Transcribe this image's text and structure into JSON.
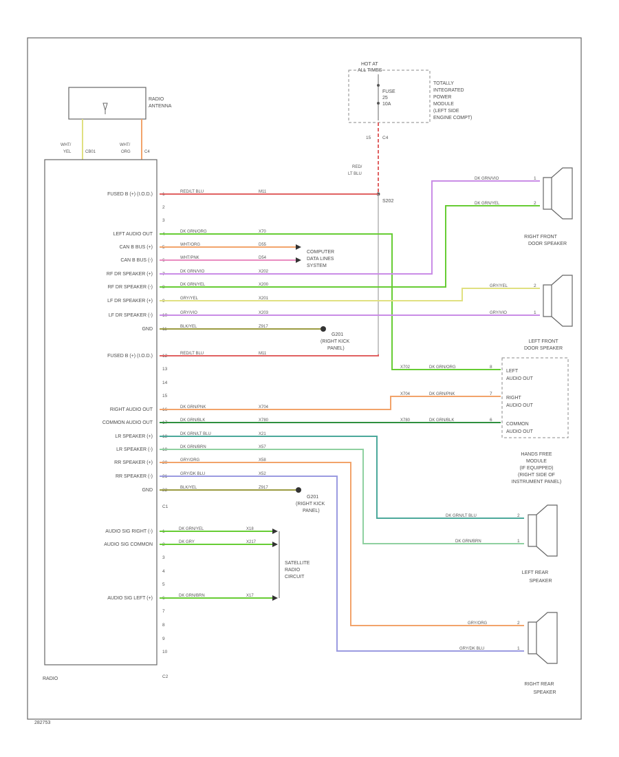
{
  "colors": {
    "red": "#e06060",
    "green": "#66cc33",
    "light_green": "#b5dc4a",
    "orange": "#f2a36a",
    "pink": "#e98bc0",
    "violet": "#c98ce6",
    "purple_green": "#8ed0a0",
    "olive": "#9a9a40",
    "teal": "#4aa89a",
    "blue": "#9a9ae0",
    "yellow": "#e0e080",
    "gray": "#a0a0a0",
    "dark_green": "#2e8f3e"
  },
  "labels": {
    "hot_at": "HOT AT",
    "all_times": "ALL TIMES",
    "fuse": "FUSE",
    "fuse_num": "25",
    "fuse_amp": "10A",
    "tipm": [
      "TOTALLY",
      "INTEGRATED",
      "POWER",
      "MODULE",
      "(LEFT SIDE",
      "ENGINE COMPT)"
    ],
    "tipm_pins": [
      "15",
      "C4"
    ],
    "radio_antenna": [
      "RADIO",
      "ANTENNA"
    ],
    "antenna_wires": [
      "WHT/",
      "YEL",
      "CB01",
      "WHT/",
      "ORG",
      "C4"
    ],
    "splice": "S202",
    "red_lt_blu": [
      "RED/",
      "LT BLU"
    ],
    "computer_data": [
      "COMPUTER",
      "DATA LINES",
      "SYSTEM"
    ],
    "ground1": [
      "G201",
      "(RIGHT KICK",
      "PANEL)"
    ],
    "ground2": [
      "G201",
      "(RIGHT KICK",
      "PANEL)"
    ],
    "radio": "RADIO",
    "satellite": [
      "SATELLITE",
      "RADIO",
      "CIRCUIT"
    ],
    "rf_speaker": [
      "RIGHT FRONT",
      "DOOR SPEAKER"
    ],
    "lf_speaker": [
      "LEFT FRONT",
      "DOOR SPEAKER"
    ],
    "hands_free": [
      "HANDS FREE",
      "MODULE",
      "(IF EQUIPPED)",
      "(RIGHT SIDE OF",
      "INSTRUMENT PANEL)"
    ],
    "lr_speaker": [
      "LEFT REAR",
      "SPEAKER"
    ],
    "rr_speaker": [
      "RIGHT REAR",
      "SPEAKER"
    ],
    "module_pins": [
      "LEFT",
      "AUDIO OUT",
      "RIGHT",
      "AUDIO OUT",
      "COMMON",
      "AUDIO OUT"
    ],
    "connector_c1": "C1",
    "connector_c2": "C2",
    "footer": "282753"
  },
  "radio_pins": [
    {
      "label": "FUSED B (+) (I.O.D.)",
      "pin": "1",
      "wire": "RED/LT BLU",
      "ckt": "M11"
    },
    {
      "label": "",
      "pin": "2",
      "wire": "",
      "ckt": ""
    },
    {
      "label": "",
      "pin": "3",
      "wire": "",
      "ckt": ""
    },
    {
      "label": "LEFT AUDIO OUT",
      "pin": "4",
      "wire": "DK GRN/ORG",
      "ckt": "X70"
    },
    {
      "label": "CAN B BUS (+)",
      "pin": "5",
      "wire": "WHT/ORG",
      "ckt": "D55"
    },
    {
      "label": "CAN B BUS (-)",
      "pin": "6",
      "wire": "WHT/PNK",
      "ckt": "D54"
    },
    {
      "label": "RF DR SPEAKER (+)",
      "pin": "7",
      "wire": "DK GRN/VIO",
      "ckt": "X202"
    },
    {
      "label": "RF DR SPEAKER (-)",
      "pin": "8",
      "wire": "DK GRN/YEL",
      "ckt": "X200"
    },
    {
      "label": "LF DR SPEAKER (+)",
      "pin": "9",
      "wire": "GRY/YEL",
      "ckt": "X201"
    },
    {
      "label": "LF DR SPEAKER (-)",
      "pin": "10",
      "wire": "GRY/VIO",
      "ckt": "X203"
    },
    {
      "label": "GND",
      "pin": "11",
      "wire": "BLK/YEL",
      "ckt": "Z917"
    },
    {
      "label": "FUSED B (+) (I.O.D.)",
      "pin": "12",
      "wire": "RED/LT BLU",
      "ckt": "M11"
    },
    {
      "label": "",
      "pin": "13",
      "wire": "",
      "ckt": ""
    },
    {
      "label": "",
      "pin": "14",
      "wire": "",
      "ckt": ""
    },
    {
      "label": "",
      "pin": "15",
      "wire": "",
      "ckt": ""
    },
    {
      "label": "RIGHT AUDIO OUT",
      "pin": "16",
      "wire": "DK GRN/PNK",
      "ckt": "X704"
    },
    {
      "label": "COMMON AUDIO OUT",
      "pin": "17",
      "wire": "DK GRN/BLK",
      "ckt": "X780"
    },
    {
      "label": "LR SPEAKER (+)",
      "pin": "18",
      "wire": "DK GRN/LT BLU",
      "ckt": "X21"
    },
    {
      "label": "LR SPEAKER (-)",
      "pin": "19",
      "wire": "DK GRN/BRN",
      "ckt": "X57"
    },
    {
      "label": "RR SPEAKER (+)",
      "pin": "20",
      "wire": "GRY/ORG",
      "ckt": "X58"
    },
    {
      "label": "RR SPEAKER (-)",
      "pin": "21",
      "wire": "GRY/DK BLU",
      "ckt": "X52"
    },
    {
      "label": "GND",
      "pin": "22",
      "wire": "BLK/YEL",
      "ckt": "Z917"
    }
  ],
  "sat_pins": [
    {
      "label": "AUDIO SIG RIGHT (-)",
      "pin": "1",
      "wire": "DK GRN/YEL",
      "ckt": "X18"
    },
    {
      "label": "AUDIO SIG COMMON",
      "pin": "2",
      "wire": "DK GRY",
      "ckt": "X217"
    },
    {
      "label": "",
      "pin": "3",
      "wire": "",
      "ckt": ""
    },
    {
      "label": "",
      "pin": "4",
      "wire": "",
      "ckt": ""
    },
    {
      "label": "",
      "pin": "5",
      "wire": "",
      "ckt": ""
    },
    {
      "label": "AUDIO SIG LEFT (+)",
      "pin": "6",
      "wire": "DK GRN/BRN",
      "ckt": "X17"
    },
    {
      "label": "",
      "pin": "7",
      "wire": "",
      "ckt": ""
    },
    {
      "label": "",
      "pin": "8",
      "wire": "",
      "ckt": ""
    },
    {
      "label": "",
      "pin": "9",
      "wire": "",
      "ckt": ""
    },
    {
      "label": "",
      "pin": "10",
      "wire": "",
      "ckt": ""
    }
  ],
  "speaker_wires": {
    "rf": [
      {
        "wire": "DK GRN/VIO",
        "pin": "1"
      },
      {
        "wire": "DK GRN/YEL",
        "pin": "2"
      }
    ],
    "lf": [
      {
        "wire": "GRY/YEL",
        "pin": "2"
      },
      {
        "wire": "GRY/VIO",
        "pin": "1"
      }
    ],
    "hfm": [
      {
        "wire": "DK GRN/ORG",
        "ckt": "X702",
        "pin": "8"
      },
      {
        "wire": "DK GRN/PNK",
        "ckt": "X704",
        "pin": "7"
      },
      {
        "wire": "DK GRN/BLK",
        "ckt": "X780",
        "pin": "6"
      }
    ],
    "lr": [
      {
        "wire": "DK GRN/LT BLU",
        "pin": "2"
      },
      {
        "wire": "DK GRN/BRN",
        "pin": "1"
      }
    ],
    "rr": [
      {
        "wire": "GRY/ORG",
        "pin": "2"
      },
      {
        "wire": "GRY/DK BLU",
        "pin": "1"
      }
    ]
  }
}
